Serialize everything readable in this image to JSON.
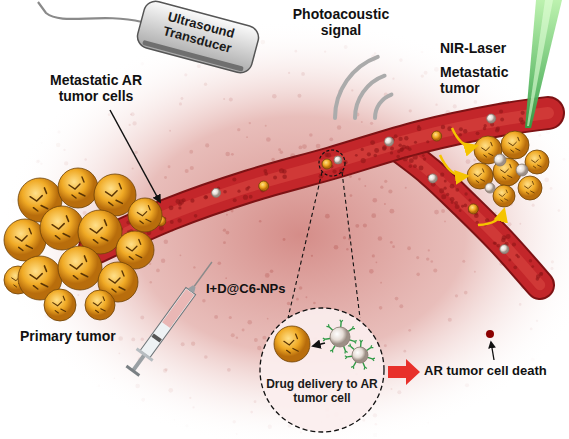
{
  "diagram": {
    "nodes": [
      {
        "text": [
          "Ultrasound Transducer"
        ]
      },
      {
        "text": [
          "Drug delivery to AR tumor cell"
        ]
      }
    ],
    "labels": [
      "Photoacoustic signal",
      "NIR-Laser",
      "Metastatic AR tumor cells",
      "Metastatic tumor",
      "I+D@C6-NPs",
      "Primary tumor",
      "AR tumor cell death"
    ]
  }
}
